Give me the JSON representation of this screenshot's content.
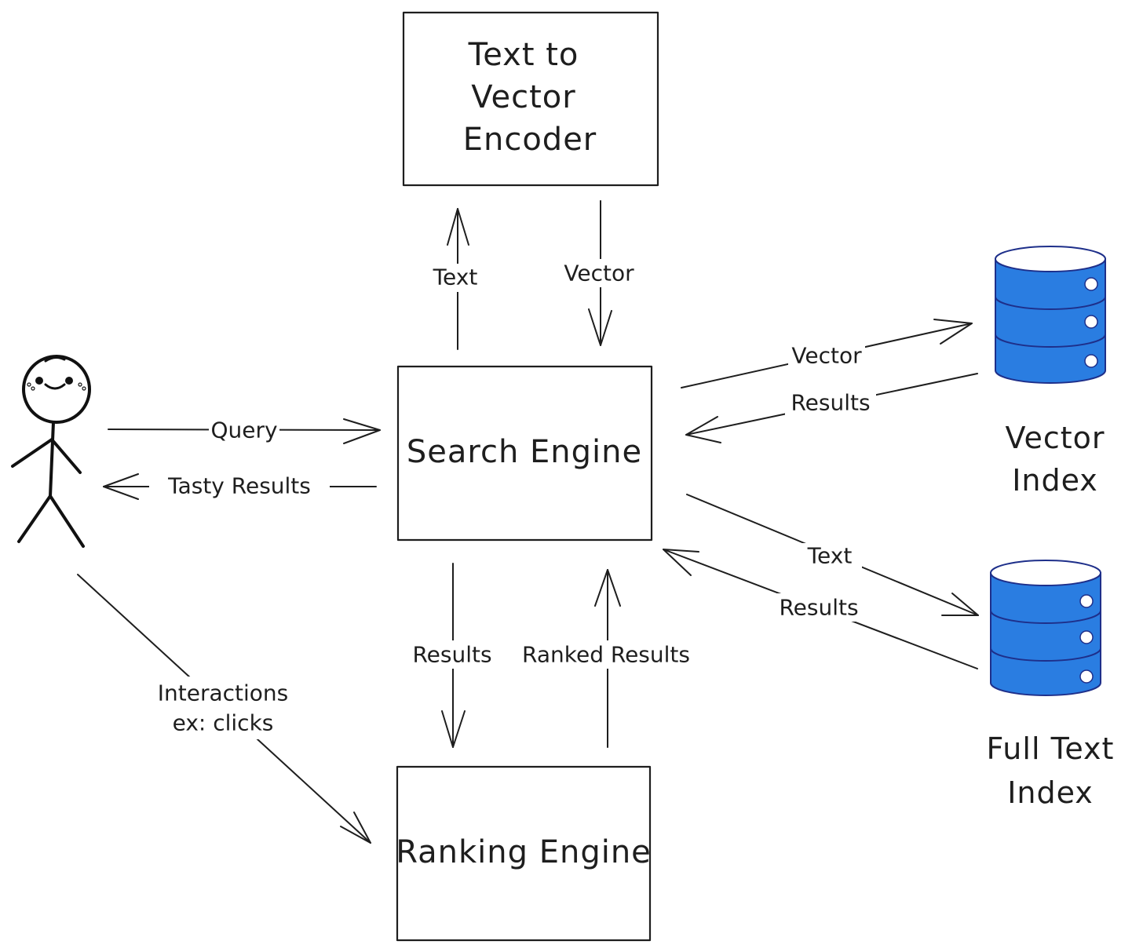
{
  "nodes": {
    "encoder": {
      "lines": [
        "Text to",
        "Vector",
        "Encoder"
      ]
    },
    "search_engine": {
      "label": "Search Engine"
    },
    "ranking_engine": {
      "label": "Ranking Engine"
    },
    "vector_index": {
      "lines": [
        "Vector",
        "Index"
      ]
    },
    "full_text_index": {
      "lines": [
        "Full Text",
        "Index"
      ]
    }
  },
  "edges": {
    "text_to_encoder": "Text",
    "vector_from_encoder": "Vector",
    "query": "Query",
    "tasty_results": "Tasty Results",
    "vector_to_index": "Vector",
    "results_from_vector_index": "Results",
    "text_to_full_text_index": "Text",
    "results_from_full_text_index": "Results",
    "results_to_ranking": "Results",
    "ranked_results": "Ranked Results",
    "interactions": [
      "Interactions",
      "ex: clicks"
    ]
  },
  "colors": {
    "stroke": "#1e1e1e",
    "database_fill": "#2a7de1",
    "database_outline": "#1e2f8a",
    "background": "#ffffff"
  },
  "icons": [
    "stick-figure-user-icon",
    "database-icon",
    "database-icon"
  ]
}
